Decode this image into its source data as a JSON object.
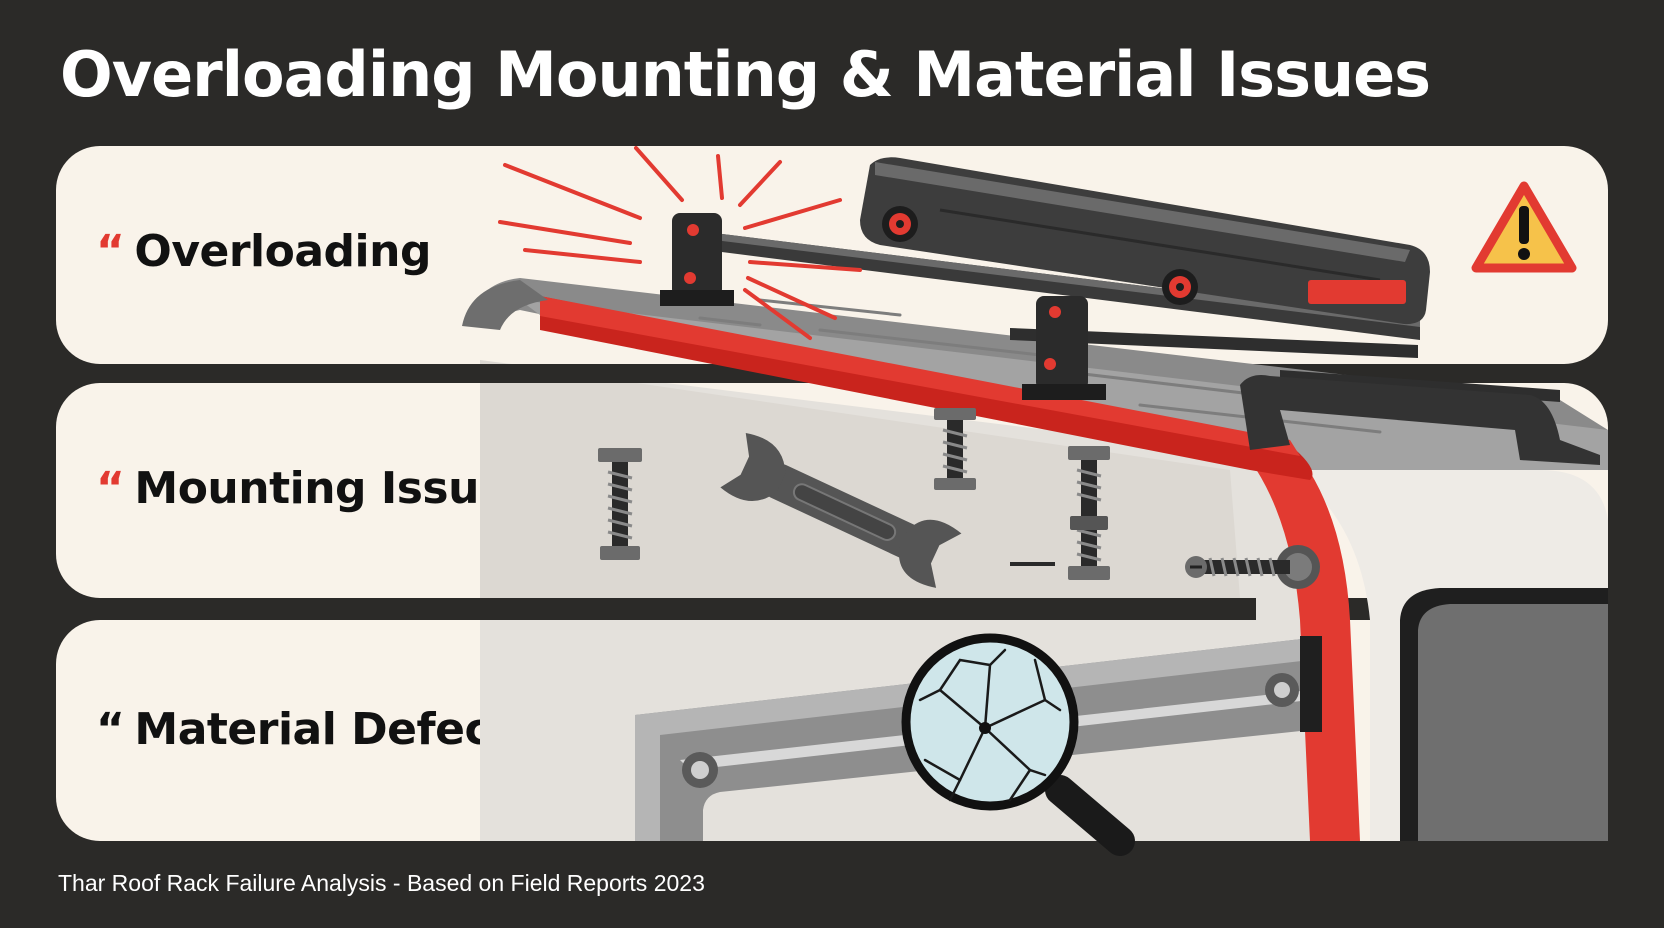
{
  "header": {
    "title": "Overloading Mounting & Material Issues"
  },
  "panels": [
    {
      "open_quote": "“",
      "label": "Overloading"
    },
    {
      "open_quote": "“",
      "label": "Mounting Issues"
    },
    {
      "open_quote": "“",
      "label": "Material Defects",
      "close_quote": "”"
    }
  ],
  "footer": {
    "caption": "Thar Roof Rack Failure Analysis - Based on Field Reports 2023"
  },
  "icons": {
    "warning": "warning-triangle-icon",
    "wrench": "wrench-icon",
    "magnifier": "magnifying-glass-icon"
  },
  "colors": {
    "background": "#2b2a28",
    "panel": "#f9f3ea",
    "accent_red": "#e23a31",
    "warning_yellow": "#f6c24a"
  }
}
